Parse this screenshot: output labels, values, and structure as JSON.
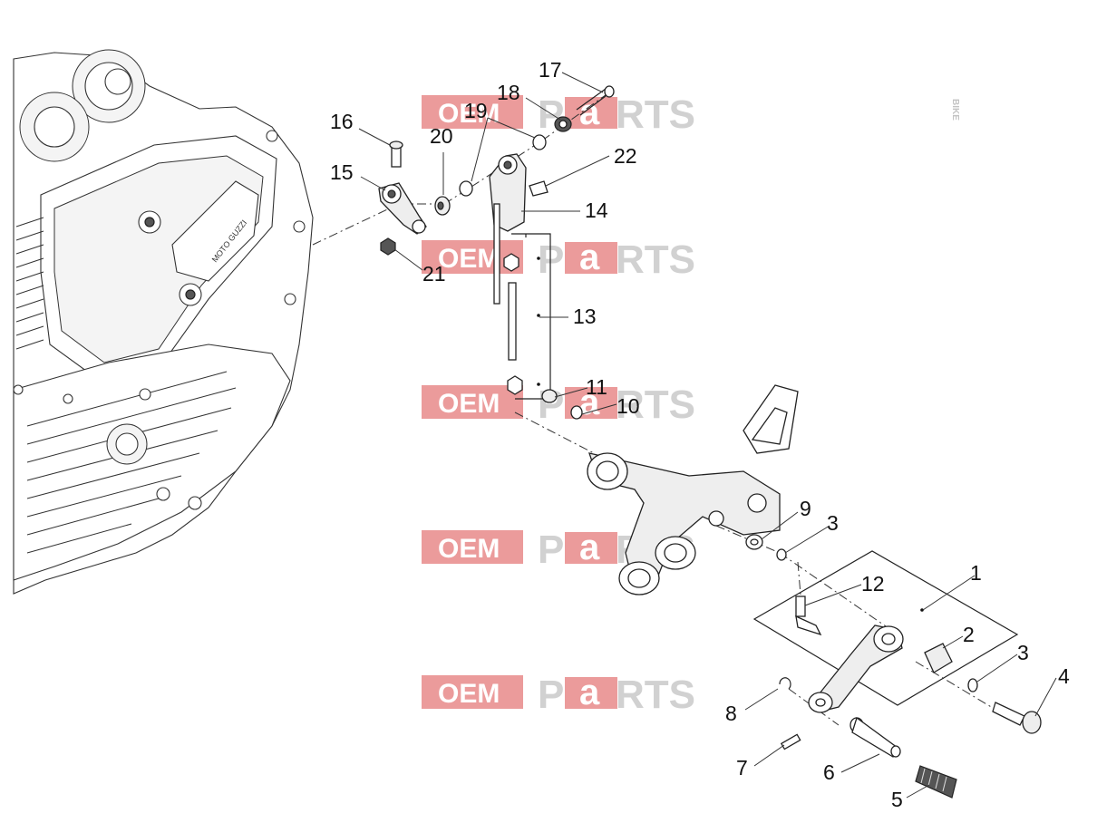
{
  "watermark": {
    "oem": "OEM",
    "bike": "BIKE",
    "p": "P",
    "a": "a",
    "rts": "RTS",
    "box_color": "#e88a8a",
    "text_gray": "#c9c9c9"
  },
  "engine_cover_text": "MOTO GUZZI",
  "callouts": [
    "1",
    "2",
    "3",
    "3",
    "4",
    "5",
    "6",
    "7",
    "8",
    "9",
    "10",
    "11",
    "12",
    "13",
    "14",
    "15",
    "16",
    "17",
    "18",
    "19",
    "20",
    "21",
    "22"
  ]
}
